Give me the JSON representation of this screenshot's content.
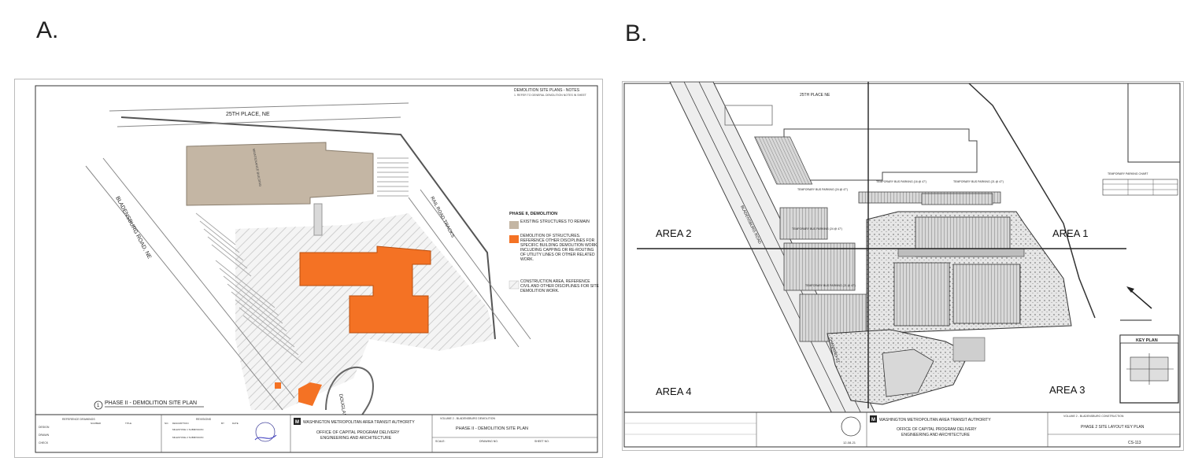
{
  "panels": [
    {
      "label": "A.",
      "sheet": {
        "notes_title": "DEMOLITION SITE PLANS - NOTES",
        "notes_line": "1. REFER TO GENERAL DEMOLITION NOTES IN SHEET",
        "street_top": "25TH PLACE, NE",
        "street_left": "BLADENSBURG ROAD, NE",
        "rail": "RAIL ROAD TRACKS",
        "street_bottom": "DOUGLAS ST. NE",
        "building_label": "MAINTENANCE BUILDING",
        "legend_title": "PHASE II, DEMOLITION",
        "legend_items": [
          {
            "text": "EXISTING STRUCTURES TO REMAIN",
            "color": "#c4b6a4"
          },
          {
            "text": "DEMOLITION OF STRUCTURES. REFERENCE OTHER DISCIPLINES FOR SPECIFIC BUILDING DEMOLITION WORK, INCLUDING CAPPING OR RE-ROUTING OF UTILITY LINES OR OTHER RELATED WORK.",
            "color": "#f47224"
          },
          {
            "text": "CONSTRUCTION AREA, REFERENCE CIVIL AND OTHER DISCIPLINES FOR SITE DEMOLITION WORK.",
            "color": "hatch"
          }
        ],
        "plan_number": "1",
        "plan_title": "PHASE II - DEMOLITION SITE PLAN",
        "authority": "WASHINGTON METROPOLITAN AREA TRANSIT AUTHORITY",
        "office": "OFFICE OF CAPITAL PROGRAM DELIVERY",
        "dept": "ENGINEERING AND ARCHITECTURE",
        "title_right": "PHASE II - DEMOLITION SITE PLAN",
        "volume": "VOLUME 2 - BLADENSBURG DEMOLITION",
        "revision_header": "REVISIONS",
        "reference_header": "REFERENCE DRAWINGS",
        "rows": [
          "DESIGN",
          "DRAWN",
          "CHECK"
        ],
        "milestones": [
          "MILESTONE 1 SUBMISSION",
          "MILESTONE 2 SUBMISSION"
        ],
        "cols": [
          "NUMBER",
          "TITLE",
          "NO.",
          "DESCRIPTION",
          "BY",
          "DATE"
        ],
        "scale": "SCALE:",
        "drawing_no": "DRAWING NO.",
        "sheet_no": "SHEET NO."
      },
      "colors": {
        "existing": "#c4b6a4",
        "demolish": "#f47224",
        "hatch": "#cfcfcf"
      }
    },
    {
      "label": "B.",
      "sheet": {
        "areas": [
          "AREA 1",
          "AREA 2",
          "AREA 3",
          "AREA 4"
        ],
        "street_top": "25TH PLACE NE",
        "street_left": "BLADENSBURG ROAD",
        "street_bottom": "CHANNING ST",
        "parking_labels": [
          "TEMPORARY BUS PARKING (24 @ 47')",
          "TEMPORARY BUS PARKING (16 @ 47')",
          "TEMPORARY BUS PARKING (21 @ 47')",
          "TEMPORARY BUS PARKING (24 @ 47')",
          "TEMPORARY BUS PARKING (21 @ 47')"
        ],
        "chart_title": "TEMPORARY PARKING CHART",
        "key_plan": "KEY PLAN",
        "authority": "WASHINGTON METROPOLITAN AREA TRANSIT AUTHORITY",
        "office": "OFFICE OF CAPITAL PROGRAM DELIVERY",
        "dept": "ENGINEERING AND ARCHITECTURE",
        "title_right": "PHASE 2 SITE LAYOUT KEY PLAN",
        "volume": "VOLUME 2 - BLADENSBURG CONSTRUCTION",
        "sheet_code": "CS-113",
        "stamp_date": "12-08-21"
      }
    }
  ]
}
